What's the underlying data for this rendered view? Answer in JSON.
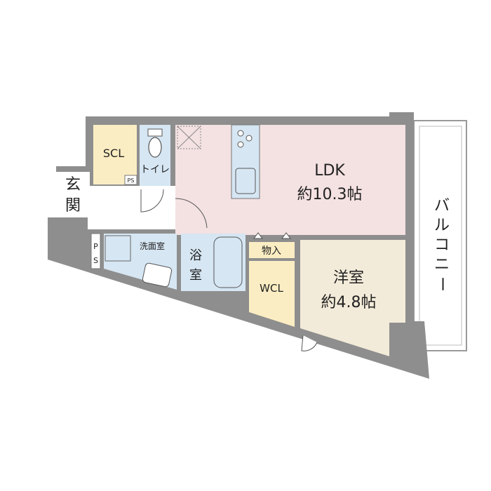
{
  "floorplan": {
    "rooms": {
      "ldk": {
        "name": "LDK",
        "size": "約10.3帖"
      },
      "western_room": {
        "name": "洋室",
        "size": "約4.8帖"
      },
      "entrance": {
        "line1": "玄",
        "line2": "関"
      },
      "scl": {
        "name": "SCL"
      },
      "toilet": {
        "name": "トイレ"
      },
      "washroom": {
        "name": "洗面室"
      },
      "bath": {
        "line1": "浴",
        "line2": "室"
      },
      "storage": {
        "name": "物入"
      },
      "wcl": {
        "name": "WCL"
      },
      "ps_small": {
        "name": "PS"
      },
      "ps_vertical": {
        "line1": "P",
        "line2": "S"
      },
      "balcony": {
        "chars": [
          "バ",
          "ル",
          "コ",
          "ニ",
          "ー"
        ]
      }
    },
    "colors": {
      "wall": "#8e8e8e",
      "ldk": "#f4e1e2",
      "western": "#f3ebd9",
      "closet": "#fbedc3",
      "wet": "#d6e6f3",
      "hall": "#ffffff"
    }
  }
}
